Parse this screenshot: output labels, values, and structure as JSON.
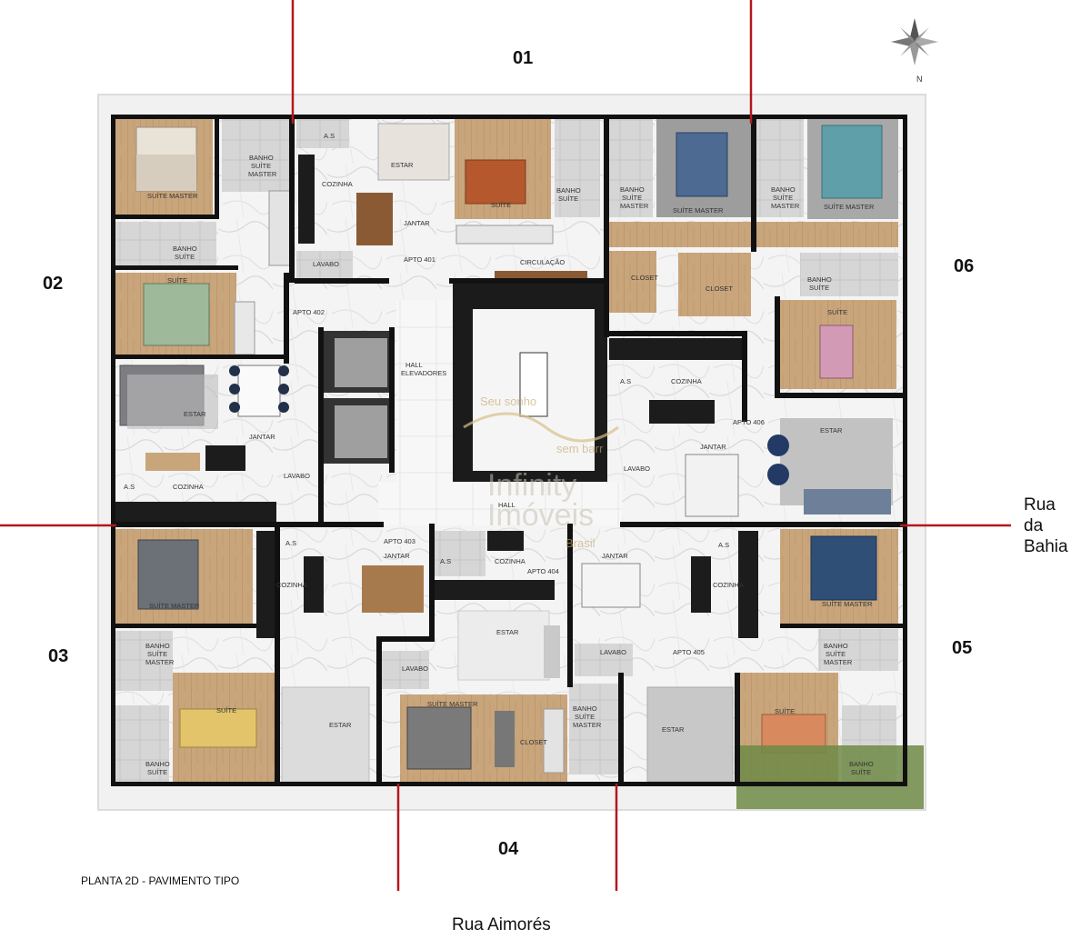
{
  "caption": "PLANTA 2D - PAVIMENTO TIPO",
  "streets": {
    "south": "Rua Aimorés",
    "east_lines": [
      "Rua",
      "da",
      "Bahia"
    ]
  },
  "compass_letter": "N",
  "unit_numbers": {
    "u01": "01",
    "u02": "02",
    "u03": "03",
    "u04": "04",
    "u05": "05",
    "u06": "06"
  },
  "watermark": {
    "line1": "Infinity",
    "line2": "Imóveis",
    "line3": "Brasil",
    "slogan1": "Seu sonho",
    "slogan2": "sem barr"
  },
  "colors": {
    "wall": "#111111",
    "wood": "#c8a47a",
    "marble": "#f2f2f2",
    "line": "#b3181e",
    "tile": "#cfcfcf"
  },
  "rooms": {
    "a401": {
      "apto": "APTO 401",
      "as": "A.S",
      "estar": "ESTAR",
      "cozinha": "COZINHA",
      "jantar": "JANTAR",
      "lavabo": "LAVABO",
      "suite": "SUÍTE",
      "banho_suite": [
        "BANHO",
        "SUÍTE"
      ],
      "circulacao": "CIRCULAÇÃO"
    },
    "a402": {
      "apto": "APTO 402",
      "suite_master": "SUÍTE MASTER",
      "banho_master": [
        "BANHO",
        "SUÍTE",
        "MASTER"
      ],
      "banho_suite": [
        "BANHO",
        "SUÍTE"
      ],
      "suite": "SUÍTE",
      "estar": "ESTAR",
      "jantar": "JANTAR",
      "as": "A.S",
      "cozinha": "COZINHA",
      "lavabo": "LAVABO"
    },
    "a403": {
      "apto": "APTO 403",
      "as": "A.S",
      "cozinha": "COZINHA",
      "jantar": "JANTAR",
      "suite_master": "SUÍTE MASTER",
      "banho_master": [
        "BANHO",
        "SUÍTE",
        "MASTER"
      ],
      "suite": "SUÍTE",
      "banho_suite": [
        "BANHO",
        "SUÍTE"
      ],
      "estar": "ESTAR",
      "lavabo": "LAVABO"
    },
    "a404": {
      "apto": "APTO 404",
      "as": "A.S",
      "cozinha": "COZINHA",
      "estar": "ESTAR",
      "lavabo": "LAVABO",
      "suite_master": "SUÍTE MASTER",
      "closet": "CLOSET",
      "banho_master": [
        "BANHO",
        "SUÍTE",
        "MASTER"
      ]
    },
    "a405": {
      "apto": "APTO 405",
      "jantar": "JANTAR",
      "as": "A.S",
      "cozinha": "COZINHA",
      "lavabo": "LAVABO",
      "suite_master": "SUÍTE MASTER",
      "banho_master": [
        "BANHO",
        "SUÍTE",
        "MASTER"
      ],
      "estar": "ESTAR",
      "suite": "SUÍTE",
      "banho_suite": [
        "BANHO",
        "SUÍTE"
      ]
    },
    "a406": {
      "apto": "APTO 406",
      "banho_suite_top": [
        "BANHO",
        "SUÍTE"
      ],
      "banho_master": [
        "BANHO",
        "SUÍTE",
        "MASTER"
      ],
      "suite_master_a": "SUÍTE MASTER",
      "suite_master_b": "SUÍTE MASTER",
      "closet_a": "CLOSET",
      "closet_b": "CLOSET",
      "banho_suite": [
        "BANHO",
        "SUÍTE"
      ],
      "suite": "SUÍTE",
      "as": "A.S",
      "cozinha": "COZINHA",
      "jantar": "JANTAR",
      "estar": "ESTAR",
      "lavabo": "LAVABO"
    },
    "common": {
      "hall_elev": [
        "HALL",
        "ELEVADORES"
      ],
      "hall": "HALL"
    }
  }
}
